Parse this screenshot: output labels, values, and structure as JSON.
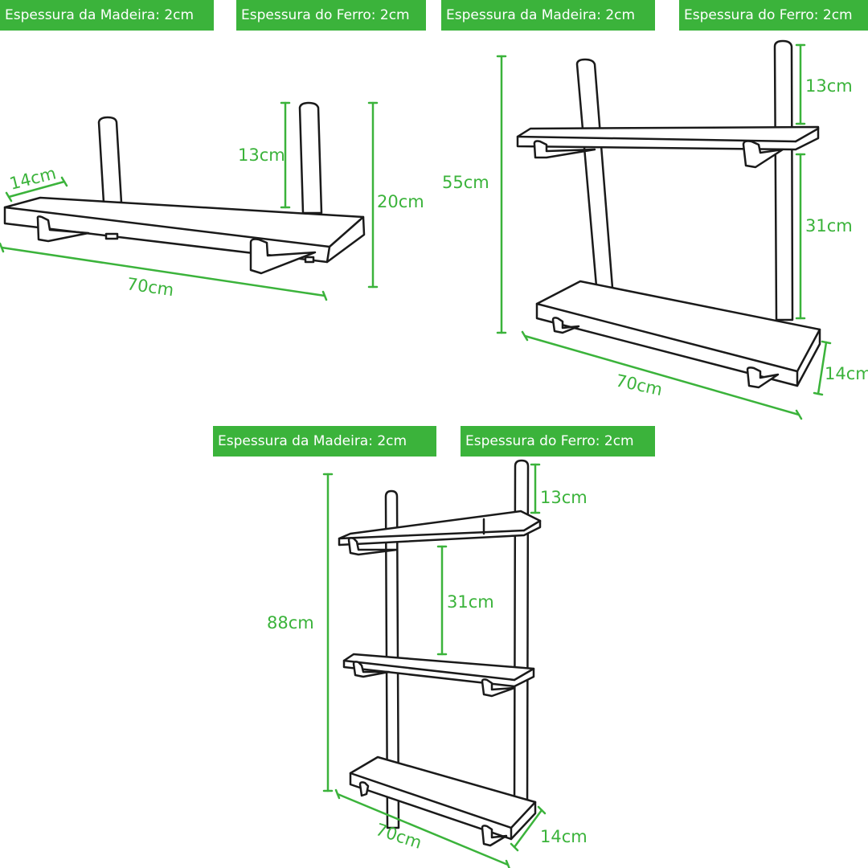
{
  "colors": {
    "accent_green": "#3bb33b",
    "line": "#1a1a1a",
    "badge_text": "#ffffff"
  },
  "badges": {
    "single_wood": "Espessura da Madeira: 2cm",
    "single_iron": "Espessura do Ferro: 2cm",
    "double_wood": "Espessura da Madeira: 2cm",
    "double_iron": "Espessura do Ferro: 2cm",
    "triple_wood": "Espessura da Madeira: 2cm",
    "triple_iron": "Espessura do Ferro: 2cm"
  },
  "single": {
    "depth": "14cm",
    "pipe_above": "13cm",
    "height": "20cm",
    "width": "70cm"
  },
  "double": {
    "pipe_above": "13cm",
    "spacing": "31cm",
    "height": "55cm",
    "width": "70cm",
    "depth": "14cm"
  },
  "triple": {
    "pipe_above": "13cm",
    "spacing": "31cm",
    "height": "88cm",
    "width": "70cm",
    "depth": "14cm"
  }
}
